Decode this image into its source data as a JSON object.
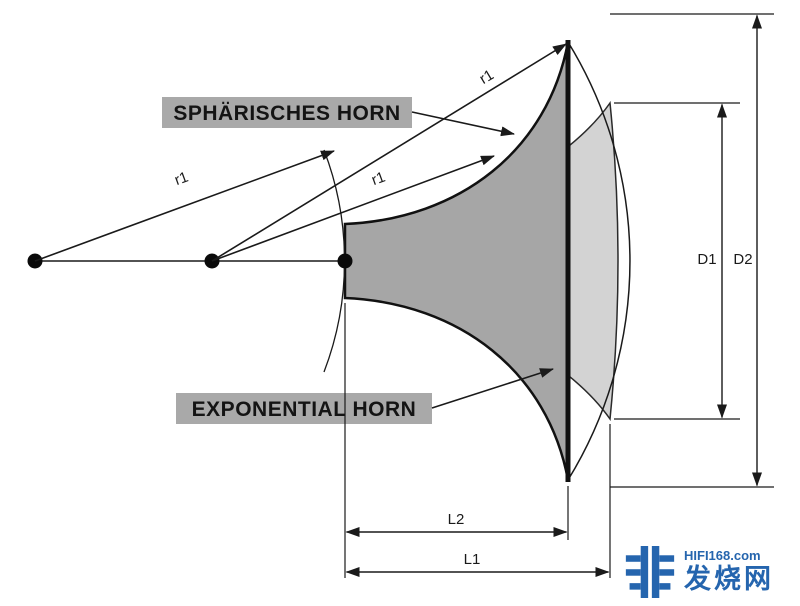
{
  "labels": {
    "spherical": "SPHÄRISCHES HORN",
    "exponential": "EXPONENTIAL HORN"
  },
  "radius_labels": {
    "r1a": "r1",
    "r1b": "r1",
    "r1c": "r1"
  },
  "dimensions": {
    "d1": "D1",
    "d2": "D2",
    "l1": "L1",
    "l2": "L2"
  },
  "watermark": {
    "site": "HIFI168.com",
    "brand": "发烧网",
    "glyph": "pixel-fei-icon"
  },
  "colors": {
    "background": "#ffffff",
    "line": "#1a1a1a",
    "spherical_fill": "#a6a6a6",
    "exponential_fill": "#d3d3d3",
    "label_bg": "#a9a9a9",
    "watermark_blue": "#2565ae"
  }
}
